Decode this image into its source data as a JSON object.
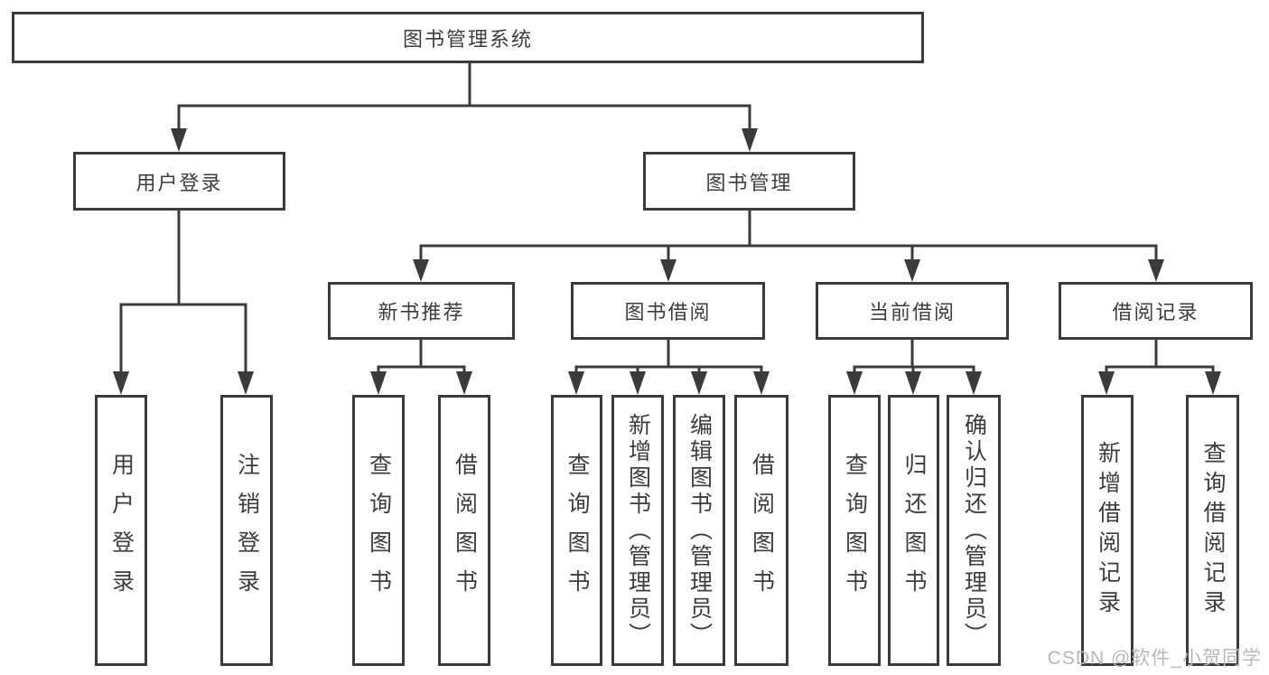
{
  "root": {
    "label": "图书管理系统"
  },
  "branches": [
    {
      "label": "用户登录",
      "children": [
        {
          "label": "用户登录"
        },
        {
          "label": "注销登录"
        }
      ]
    },
    {
      "label": "图书管理",
      "children": [
        {
          "label": "新书推荐",
          "children": [
            {
              "label": "查询图书"
            },
            {
              "label": "借阅图书"
            }
          ]
        },
        {
          "label": "图书借阅",
          "children": [
            {
              "label": "查询图书"
            },
            {
              "label": "新增图书（管理员）"
            },
            {
              "label": "编辑图书（管理员）"
            },
            {
              "label": "借阅图书"
            }
          ]
        },
        {
          "label": "当前借阅",
          "children": [
            {
              "label": "查询图书"
            },
            {
              "label": "归还图书"
            },
            {
              "label": "确认归还（管理员）"
            }
          ]
        },
        {
          "label": "借阅记录",
          "children": [
            {
              "label": "新增借阅记录"
            },
            {
              "label": "查询借阅记录"
            }
          ]
        }
      ]
    }
  ],
  "watermark": {
    "text": "CSDN @软件_小贺同学"
  },
  "colors": {
    "line": "#3b3b3d",
    "text": "#3d3d3f",
    "watermark": "#b9b9b9",
    "background": "#ffffff"
  }
}
